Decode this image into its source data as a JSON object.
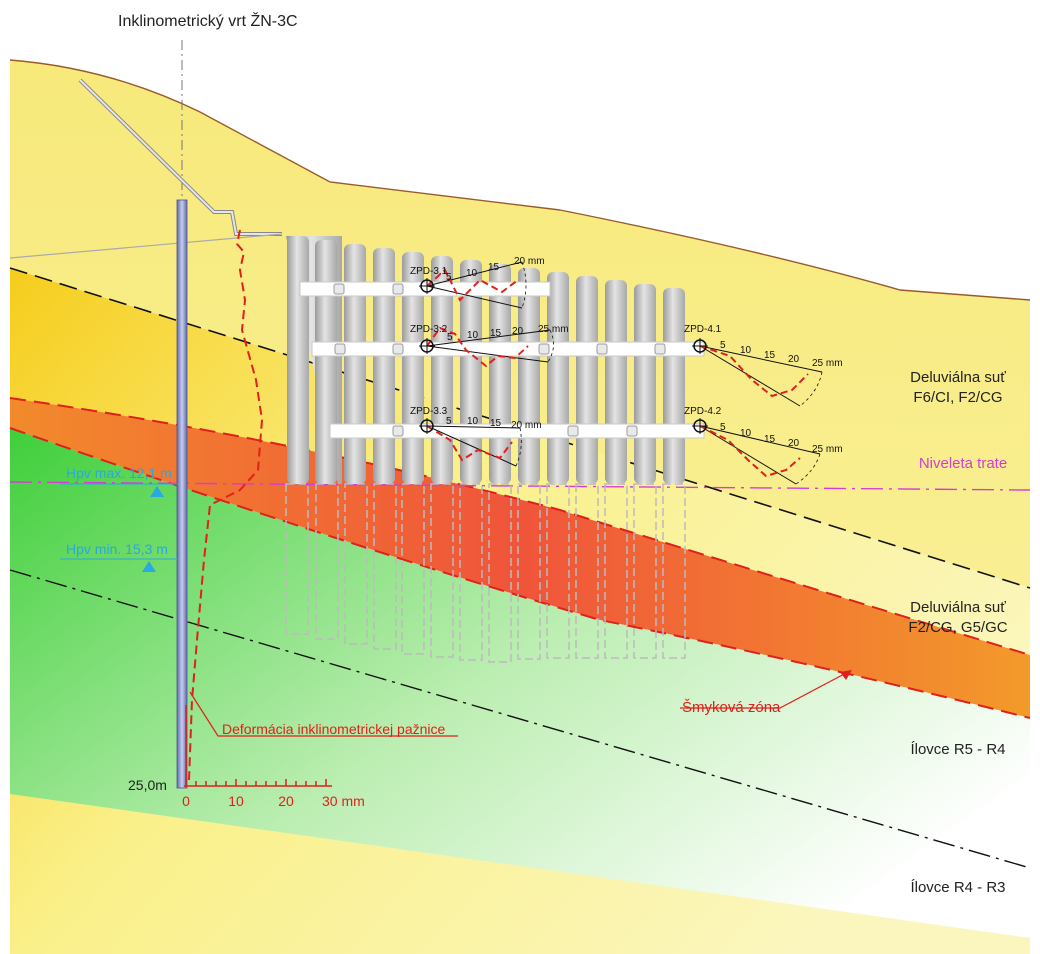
{
  "borehole_title": "Inklinometrický vrt ŽN-3C",
  "layers": {
    "upper": {
      "name": "Deluviálna suť",
      "classes": "F6/CI, F2/CG"
    },
    "lower": {
      "name": "Deluviálna suť",
      "classes": "F2/CG, G5/GC"
    },
    "rock1": "Ílovce R5 - R4",
    "rock2": "Ílovce R4 - R3"
  },
  "niveleta": "Niveleta trate",
  "groundwater": {
    "max": "Hpv max. 12,1 m",
    "min": "Hpv min. 15,3 m"
  },
  "shear_zone": "Šmyková zóna",
  "deformation_label": "Deformácia inklinometrickej pažnice",
  "depth_label": "25,0m",
  "scale": {
    "ticks": [
      "0",
      "10",
      "20",
      "30 mm"
    ]
  },
  "gauges": [
    {
      "name": "ZPD-3.1",
      "ticks": [
        "5",
        "10",
        "15",
        "20 mm"
      ]
    },
    {
      "name": "ZPD-3.2",
      "ticks": [
        "5",
        "10",
        "15",
        "20",
        "25 mm"
      ]
    },
    {
      "name": "ZPD-3.3",
      "ticks": [
        "5",
        "10",
        "15",
        "20 mm"
      ]
    },
    {
      "name": "ZPD-4.1",
      "ticks": [
        "5",
        "10",
        "15",
        "20",
        "25 mm"
      ]
    },
    {
      "name": "ZPD-4.2",
      "ticks": [
        "5",
        "10",
        "15",
        "20",
        "25 mm"
      ]
    }
  ],
  "colors": {
    "upper_soil": "#f6ef8e",
    "lower_soil": "#f8f2b0",
    "shear": "#f25a3a",
    "rock": "#58d24a",
    "deformation": "#e0201a",
    "water": "#2aa8e0",
    "niveleta": "#d63cd6"
  }
}
